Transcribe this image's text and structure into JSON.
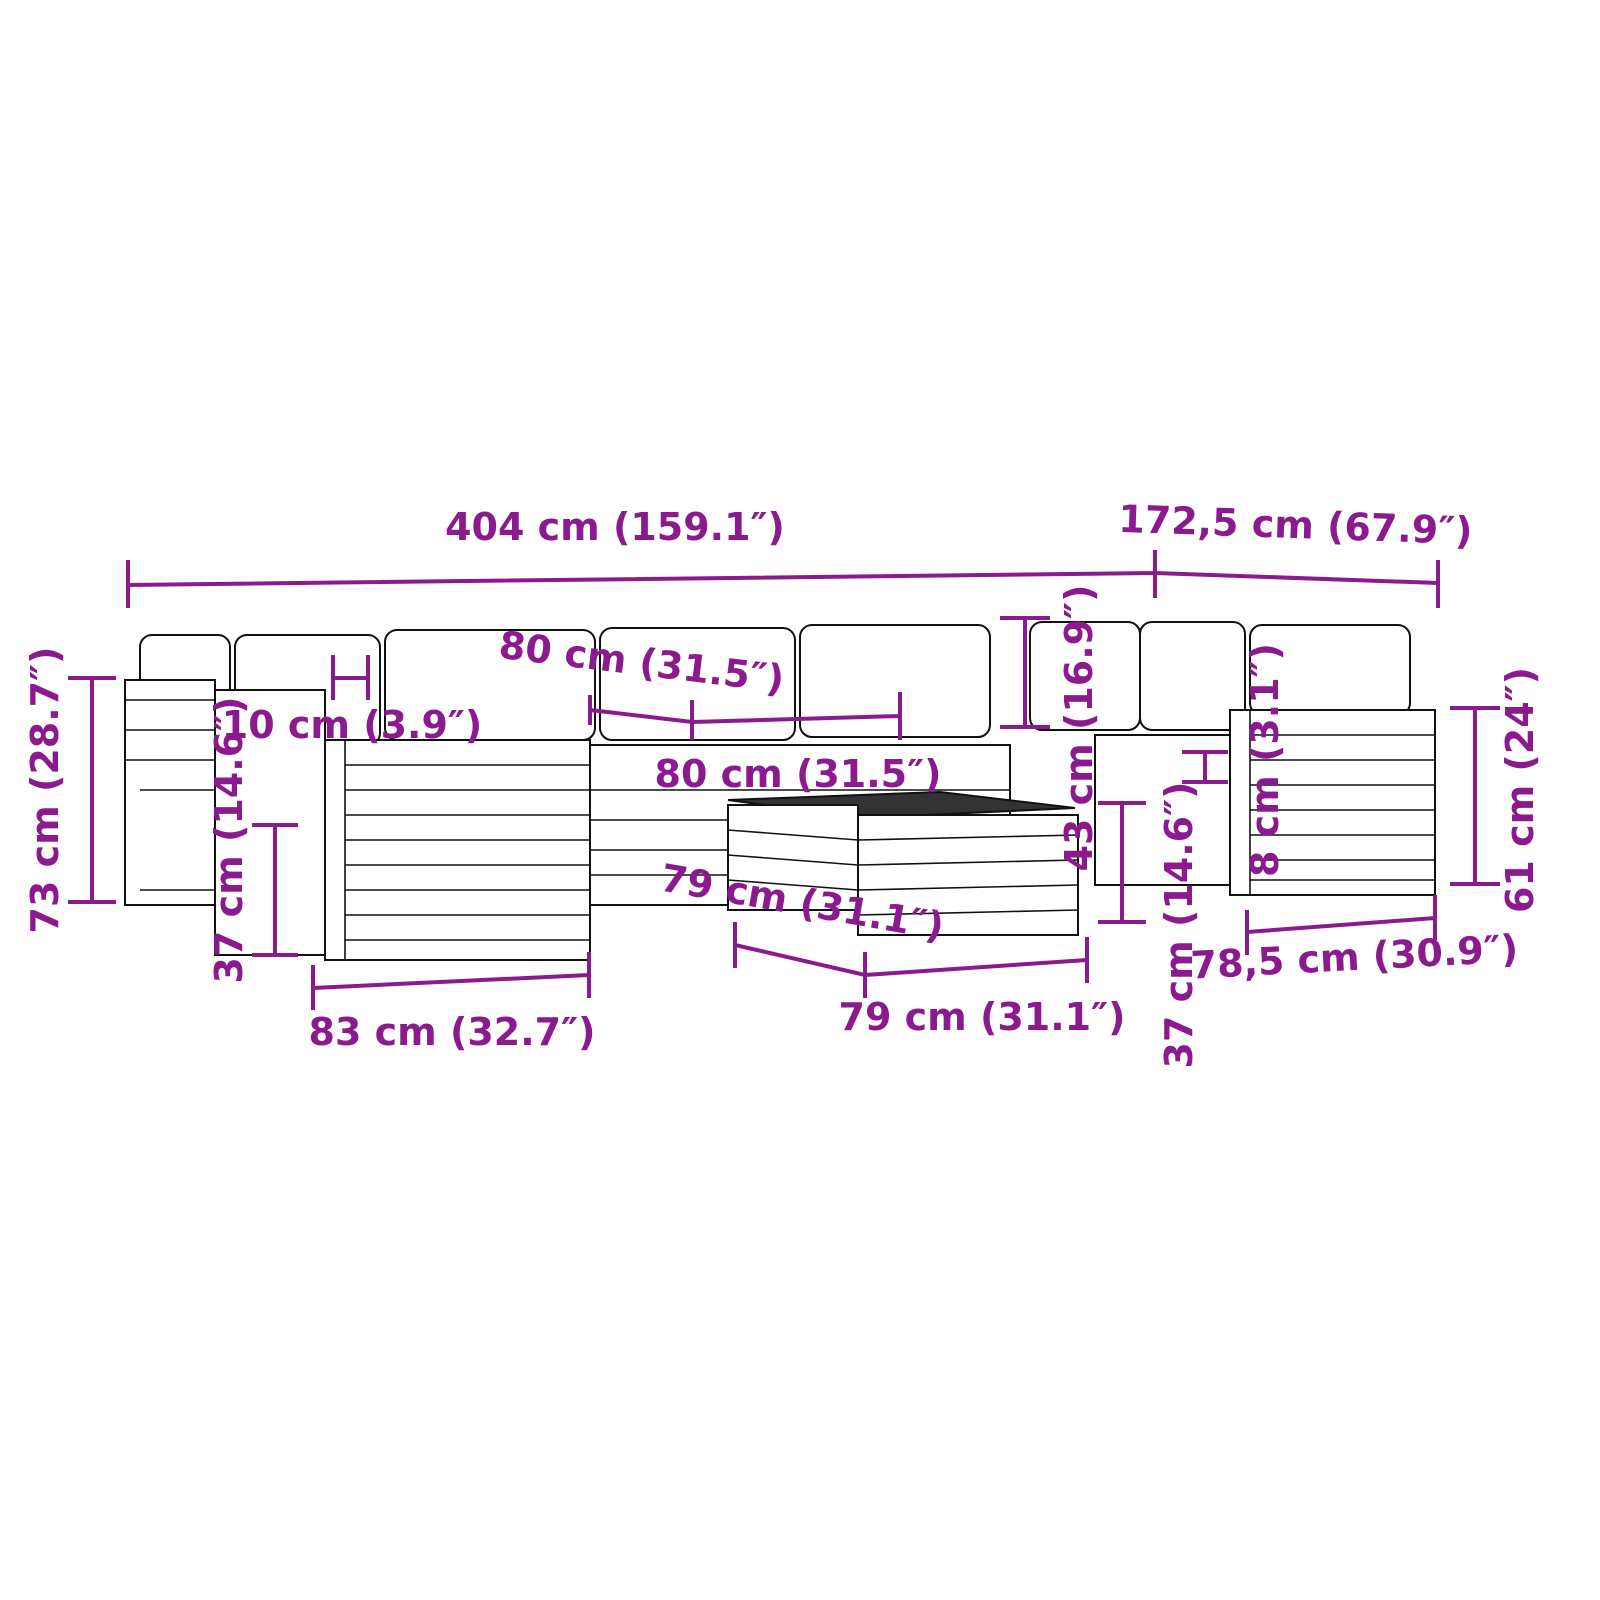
{
  "title": "Garden sofa set dimensions",
  "accent_color": "#8b1a8e",
  "dimensions": {
    "total_length": "404 cm (159.1″)",
    "side_length": "172,5 cm (67.9″)",
    "seat_width_back": "80 cm (31.5″)",
    "armrest_width": "10 cm (3.9″)",
    "seat_width_front": "80 cm (31.5″)",
    "backrest_height": "43 cm (16.9″)",
    "total_height": "73 cm (28.7″)",
    "seat_height_left": "37 cm (14.6″)",
    "corner_depth": "83 cm (32.7″)",
    "table_depth": "79 cm (31.1″)",
    "table_width": "79 cm (31.1″)",
    "seat_height_right": "37 cm (14.6″)",
    "cushion_thickness": "8 cm (3.1″)",
    "armrest_height": "61 cm (24″)",
    "armchair_depth": "78,5 cm (30.9″)"
  }
}
